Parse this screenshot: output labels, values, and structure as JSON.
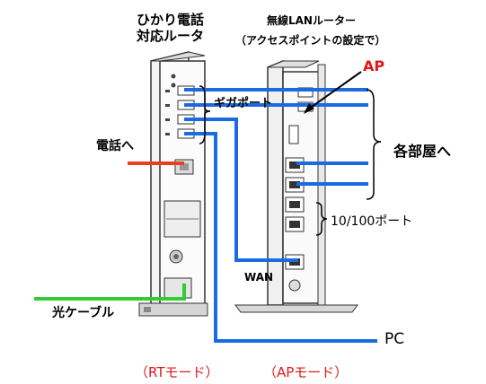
{
  "router_rt": {
    "title_line1": "ひかり電話",
    "title_line2": "対応ルータ",
    "mode_label": "（RTモード）"
  },
  "router_ap": {
    "title_line1": "無線LANルーター",
    "title_line2": "（アクセスポイントの設定で）",
    "mode_label": "（APモード）"
  },
  "labels": {
    "ap": "AP",
    "gigabit_port": "ギガポート",
    "phone": "電話へ",
    "each_room": "各部屋へ",
    "port_10_100": "10/100ポート",
    "wan": "WAN",
    "optical_cable": "光ケーブル",
    "pc": "PC"
  },
  "colors": {
    "lan_cable": "#1a6be0",
    "phone_cable": "#e8401c",
    "optical_cable": "#33cc33",
    "accent_red": "#e01818",
    "device_outline": "#333333"
  }
}
